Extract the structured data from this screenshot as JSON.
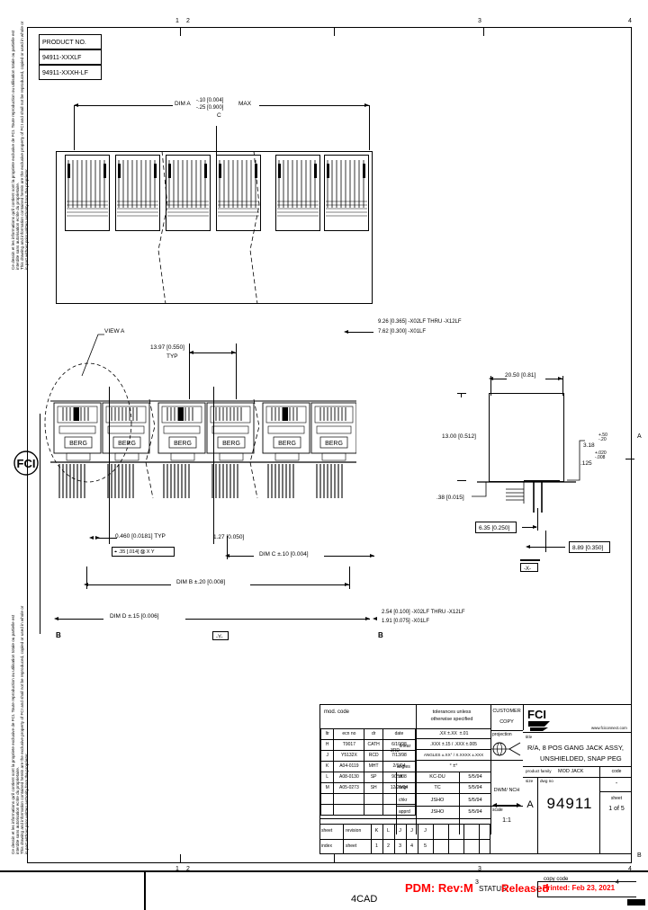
{
  "sheet": {
    "zone_top": [
      "1",
      "2",
      "3",
      "4"
    ],
    "zone_bottom": [
      "1",
      "2",
      "3",
      "4"
    ],
    "zone_side_right": "A",
    "zone_side_left_b": "B",
    "zone_side_right_b": "B",
    "cad_label": "4CAD"
  },
  "left_margin_note": "This drawing and information contained herein are the exclusive property of FCI and shall not be reproduced, copied or used in whole or in part without prior written authority from the proprietor.",
  "left_margin_note_fr": "Ce dessin et les informations qu'il contient sont la propriete exclusive de FCI. Toute reproduction ou utilisation totale ou partielle est interdite sans autorisation ecrite du proprietaire.",
  "product_block": {
    "header": "PRODUCT NO.",
    "rows": [
      "94911-XXXLF",
      "94911-XXXH-LF"
    ]
  },
  "dimensions": {
    "dim_a": {
      "label": "DIM A",
      "plus": "-.10 [0.004]",
      "minus": "-.25 [0.900]",
      "suffix": "MAX",
      "datum": "C"
    },
    "dim_b": "DIM B ±.20 [0.008]",
    "dim_c": "DIM C ±.10 [0.004]",
    "dim_d": "DIM D ±.15 [0.006]",
    "dim_d_datum": "-Y-",
    "pitch_typ": "13.97 [0.550]",
    "pitch_typ_sub": "TYP",
    "view_a": "VIEW A",
    "hole_dia": "0.460 [0.0181] TYP",
    "gdt": "⌖ .35 [.014] Ⓜ X Y",
    "pitch_127": "1.27 [0.050]",
    "note_926": "9.26 [0.365] -X02LF THRU -X12LF",
    "note_762": "7.62 [0.300] -X01LF",
    "note_254": "2.54 [0.100] -X02LF THRU -X12LF",
    "note_191": "1.91 [0.075] -X01LF",
    "side_width": "20.50 [0.81]",
    "side_height": "13.00 [0.512]",
    "side_318": "3.18",
    "side_318_plus": "+.50",
    "side_318_minus": "-.20",
    "side_125": ".125",
    "side_125_plus": "+.020",
    "side_125_minus": "-.008",
    "side_38": ".38 [0.015]",
    "side_635": "6.35 [0.250]",
    "side_889": "8.89 [0.350]",
    "side_datum": "-X-",
    "section_b_left": "B",
    "section_b_right": "B"
  },
  "jack_label": "BERG",
  "revision_table": {
    "title": "mod. code",
    "columns": [
      "ltr",
      "ecn no",
      "dr",
      "date"
    ],
    "rows": [
      {
        "ltr": "H",
        "ecn": "T9017",
        "dr": "CATH",
        "date": "6/10/98"
      },
      {
        "ltr": "J",
        "ecn": "Y5132X",
        "dr": "RCD",
        "date": "7/13/98"
      },
      {
        "ltr": "K",
        "ecn": "A04-0119",
        "dr": "MHT",
        "date": "2/9/04"
      },
      {
        "ltr": "L",
        "ecn": "A08-0130",
        "dr": "SP",
        "date": "9/25/08"
      },
      {
        "ltr": "M",
        "ecn": "A05-0273",
        "dr": "SH",
        "date": "12/25/04"
      },
      {
        "ltr": "",
        "ecn": "",
        "dr": "",
        "date": ""
      },
      {
        "ltr": "",
        "ecn": "",
        "dr": "",
        "date": ""
      }
    ]
  },
  "tolerance_block": {
    "header": "tolerances unless\notherwise specified",
    "rows": [
      {
        "label": "",
        "value": ".XX ±.XX  ±.01"
      },
      {
        "label": "linear",
        "value": ".XXX ±.15 / .XXX ±.005"
      },
      {
        "label": "",
        "value": "ANGLES ±.XX° / X.XXXX ±.XXX"
      },
      {
        "label": "angles",
        "value": "° ±°"
      }
    ]
  },
  "signature_block": {
    "rows": [
      {
        "role": "dr",
        "name": "KC-DU",
        "date": "5/5/94"
      },
      {
        "role": "engr",
        "name": "TC",
        "date": "5/5/94"
      },
      {
        "role": "chkr",
        "name": "JSHO",
        "date": "5/5/94"
      },
      {
        "role": "apprd",
        "name": "JSHO",
        "date": "5/5/94"
      }
    ]
  },
  "customer_copy": [
    "CUSTOMER",
    "COPY"
  ],
  "projection": {
    "label": "projection",
    "third_angle": "3RD"
  },
  "logo": {
    "mark": "FCI",
    "tagline": "www.fciconnect.com"
  },
  "title_block": {
    "title_label": "title",
    "title_line1": "R/A, 8 POS GANG JACK ASSY,",
    "title_line2": "UNSHIELDED, SNAP PEG",
    "product_family_label": "product family",
    "product_family": "MOD JACK",
    "code_label": "code",
    "code_value": "-",
    "size_label": "size",
    "size_value": "A",
    "dwg_no_label": "dwg no",
    "dwg_no": "94911",
    "sheet_label": "sheet",
    "sheet_value": "1 of 5",
    "scale_label": "scale",
    "scale_value": "1:1",
    "dwm_nch": "DWM/ NCH",
    "copy_code_label": "copy code"
  },
  "index_table": {
    "row1_label": "sheet",
    "row1_sub": "revision",
    "row1_vals": [
      "K",
      "L",
      "J",
      "J",
      "J"
    ],
    "row2_label": "index",
    "row2_sub": "sheet",
    "row2_vals": [
      "1",
      "2",
      "3",
      "4",
      "5"
    ]
  },
  "pdm_banner": {
    "rev": "PDM: Rev:M",
    "status_label": "STATUS:",
    "status_value": "Released",
    "printed": "Printed: Feb 23, 2021",
    "accent": "#ff0000"
  }
}
